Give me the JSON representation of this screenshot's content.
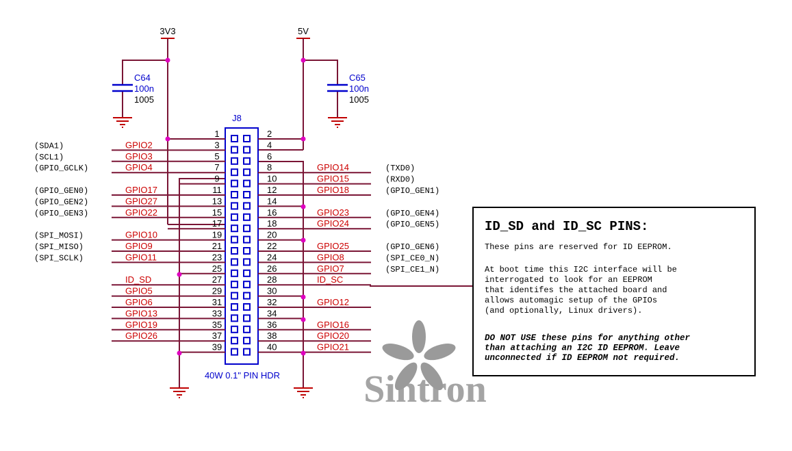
{
  "colors": {
    "wire": "#7a1535",
    "net": "#cc0000",
    "junction": "#e000c0",
    "power": "#c00000",
    "cap": "#0000cc",
    "text": "#000000",
    "watermark": "#9a9a9a"
  },
  "power_rails": {
    "left": "3V3",
    "right": "5V"
  },
  "capacitors": [
    {
      "ref": "C64",
      "value": "100n",
      "package": "1005"
    },
    {
      "ref": "C65",
      "value": "100n",
      "package": "1005"
    }
  ],
  "header": {
    "ref": "J8",
    "description": "40W 0.1\" PIN HDR"
  },
  "pins_left": [
    {
      "num": "1",
      "net": "",
      "alt": ""
    },
    {
      "num": "3",
      "net": "GPIO2",
      "alt": "(SDA1)"
    },
    {
      "num": "5",
      "net": "GPIO3",
      "alt": "(SCL1)"
    },
    {
      "num": "7",
      "net": "GPIO4",
      "alt": "(GPIO_GCLK)"
    },
    {
      "num": "9",
      "net": "",
      "alt": ""
    },
    {
      "num": "11",
      "net": "GPIO17",
      "alt": "(GPIO_GEN0)"
    },
    {
      "num": "13",
      "net": "GPIO27",
      "alt": "(GPIO_GEN2)"
    },
    {
      "num": "15",
      "net": "GPIO22",
      "alt": "(GPIO_GEN3)"
    },
    {
      "num": "17",
      "net": "",
      "alt": ""
    },
    {
      "num": "19",
      "net": "GPIO10",
      "alt": "(SPI_MOSI)"
    },
    {
      "num": "21",
      "net": "GPIO9",
      "alt": "(SPI_MISO)"
    },
    {
      "num": "23",
      "net": "GPIO11",
      "alt": "(SPI_SCLK)"
    },
    {
      "num": "25",
      "net": "",
      "alt": ""
    },
    {
      "num": "27",
      "net": "ID_SD",
      "alt": ""
    },
    {
      "num": "29",
      "net": "GPIO5",
      "alt": ""
    },
    {
      "num": "31",
      "net": "GPIO6",
      "alt": ""
    },
    {
      "num": "33",
      "net": "GPIO13",
      "alt": ""
    },
    {
      "num": "35",
      "net": "GPIO19",
      "alt": ""
    },
    {
      "num": "37",
      "net": "GPIO26",
      "alt": ""
    },
    {
      "num": "39",
      "net": "",
      "alt": ""
    }
  ],
  "pins_right": [
    {
      "num": "2",
      "net": "",
      "alt": ""
    },
    {
      "num": "4",
      "net": "",
      "alt": ""
    },
    {
      "num": "6",
      "net": "",
      "alt": ""
    },
    {
      "num": "8",
      "net": "GPIO14",
      "alt": "(TXD0)"
    },
    {
      "num": "10",
      "net": "GPIO15",
      "alt": "(RXD0)"
    },
    {
      "num": "12",
      "net": "GPIO18",
      "alt": "(GPIO_GEN1)"
    },
    {
      "num": "14",
      "net": "",
      "alt": ""
    },
    {
      "num": "16",
      "net": "GPIO23",
      "alt": "(GPIO_GEN4)"
    },
    {
      "num": "18",
      "net": "GPIO24",
      "alt": "(GPIO_GEN5)"
    },
    {
      "num": "20",
      "net": "",
      "alt": ""
    },
    {
      "num": "22",
      "net": "GPIO25",
      "alt": "(GPIO_GEN6)"
    },
    {
      "num": "24",
      "net": "GPIO8",
      "alt": "(SPI_CE0_N)"
    },
    {
      "num": "26",
      "net": "GPIO7",
      "alt": "(SPI_CE1_N)"
    },
    {
      "num": "28",
      "net": "ID_SC",
      "alt": ""
    },
    {
      "num": "30",
      "net": "",
      "alt": ""
    },
    {
      "num": "32",
      "net": "GPIO12",
      "alt": ""
    },
    {
      "num": "34",
      "net": "",
      "alt": ""
    },
    {
      "num": "36",
      "net": "GPIO16",
      "alt": ""
    },
    {
      "num": "38",
      "net": "GPIO20",
      "alt": ""
    },
    {
      "num": "40",
      "net": "GPIO21",
      "alt": ""
    }
  ],
  "note": {
    "title": "ID_SD and ID_SC PINS:",
    "line1": "These pins are reserved for ID EEPROM.",
    "para2": [
      "At boot time this I2C interface will be",
      "interrogated to look for an EEPROM",
      "that identifes the attached board and",
      "allows automagic setup of the GPIOs",
      "(and optionally, Linux drivers)."
    ],
    "warning": [
      "DO NOT USE these pins for anything other",
      "than attaching an I2C ID EEPROM. Leave",
      "unconnected if ID EEPROM not required."
    ]
  },
  "watermark": {
    "text": "Sintron",
    "icon": "flower-logo-icon"
  }
}
